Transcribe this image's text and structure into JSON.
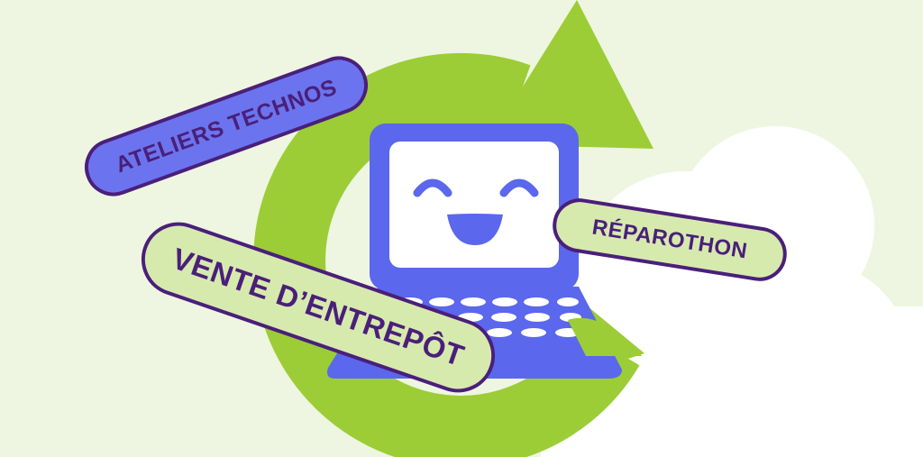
{
  "colors": {
    "background": "#eef6e1",
    "cloud": "#ffffff",
    "arrow_green": "#9ccd36",
    "laptop_blue": "#5b67ec",
    "face_white": "#ffffff",
    "pill_border": "#4a1f7a",
    "pill_text": "#4a1f7a",
    "pill_blue_fill": "#6b74ee",
    "pill_green_fill": "#d7eaae"
  },
  "labels": {
    "ateliers": "ATELIERS TECHNOS",
    "vente": "VENTE D’ENTREPÔT",
    "reparothon": "RÉPAROTHON"
  },
  "icons": {
    "arrow": "recycle-arrow-icon",
    "laptop": "smiling-laptop-icon",
    "cloud": "cloud-shape"
  }
}
